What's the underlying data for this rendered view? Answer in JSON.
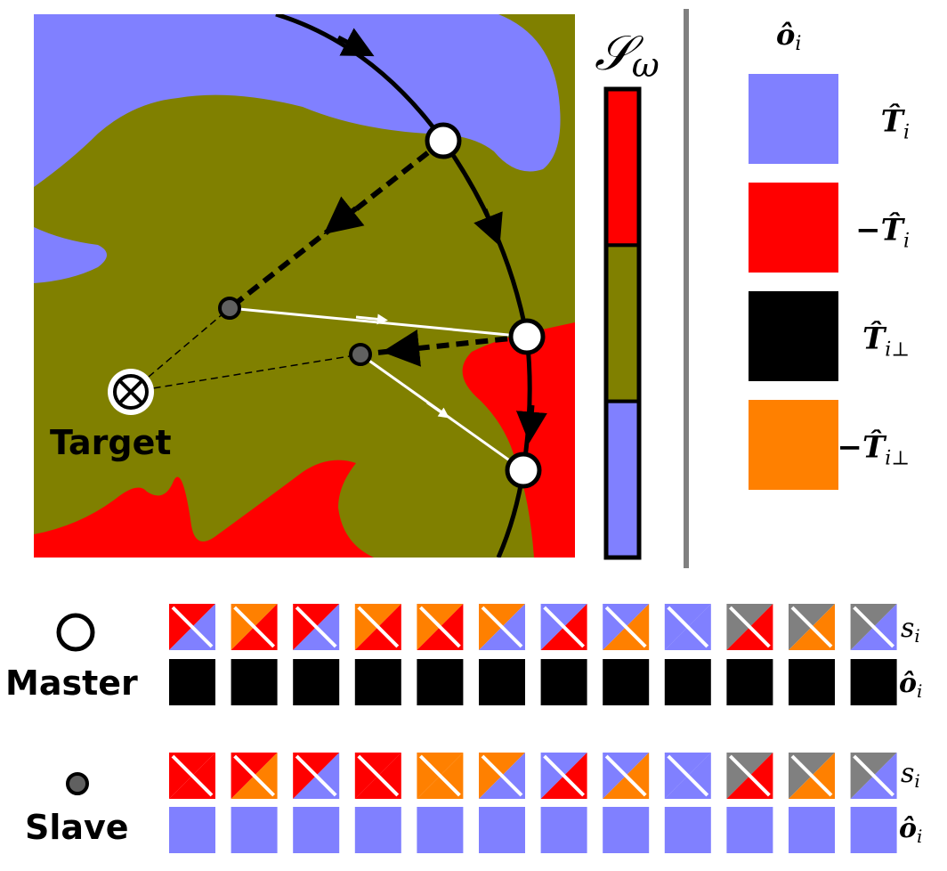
{
  "colors": {
    "blue": "#8080ff",
    "olive": "#808000",
    "red": "#ff0000",
    "black": "#000000",
    "orange": "#ff8000",
    "gray": "#808080"
  },
  "map": {
    "target_label": "Target"
  },
  "colorbar": {
    "title": "𝒮",
    "subscript": "ω",
    "segments": [
      "red",
      "olive",
      "blue"
    ]
  },
  "legend": {
    "title": "ô",
    "title_sub": "i",
    "items": [
      {
        "color": "blue",
        "sign": "",
        "label": "T̂",
        "sub": "i"
      },
      {
        "color": "red",
        "sign": "−",
        "label": "T̂",
        "sub": "i"
      },
      {
        "color": "black",
        "sign": "",
        "label": "T̂",
        "sub": "i⊥"
      },
      {
        "color": "orange",
        "sign": "−",
        "label": "T̂",
        "sub": "i⊥"
      }
    ]
  },
  "master": {
    "label": "Master",
    "s_row": [
      [
        "red",
        "blue"
      ],
      [
        "orange",
        "red"
      ],
      [
        "red",
        "blue"
      ],
      [
        "orange",
        "red"
      ],
      [
        "orange",
        "red"
      ],
      [
        "orange",
        "blue"
      ],
      [
        "blue",
        "red"
      ],
      [
        "blue",
        "orange"
      ],
      [
        "blue",
        "blue"
      ],
      [
        "gray",
        "red"
      ],
      [
        "gray",
        "orange"
      ],
      [
        "gray",
        "blue"
      ]
    ],
    "o_row": [
      "black",
      "black",
      "black",
      "black",
      "black",
      "black",
      "black",
      "black",
      "black",
      "black",
      "black",
      "black"
    ],
    "s_label": "s",
    "s_sub": "i",
    "o_label": "ô",
    "o_sub": "i"
  },
  "slave": {
    "label": "Slave",
    "s_row": [
      [
        "red",
        "red"
      ],
      [
        "red",
        "orange"
      ],
      [
        "red",
        "blue"
      ],
      [
        "red",
        "red"
      ],
      [
        "orange",
        "orange"
      ],
      [
        "orange",
        "blue"
      ],
      [
        "blue",
        "red"
      ],
      [
        "blue",
        "orange"
      ],
      [
        "blue",
        "blue"
      ],
      [
        "gray",
        "red"
      ],
      [
        "gray",
        "orange"
      ],
      [
        "gray",
        "blue"
      ]
    ],
    "o_row": [
      "blue",
      "blue",
      "blue",
      "blue",
      "blue",
      "blue",
      "blue",
      "blue",
      "blue",
      "blue",
      "blue",
      "blue"
    ],
    "s_label": "s",
    "s_sub": "i",
    "o_label": "ô",
    "o_sub": "i"
  }
}
